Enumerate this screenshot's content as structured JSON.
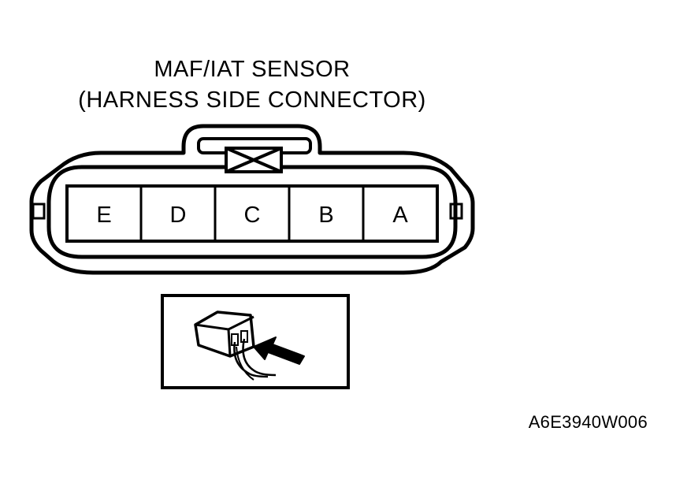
{
  "title": {
    "line1": "MAF/IAT SENSOR",
    "line2": "(HARNESS SIDE CONNECTOR)"
  },
  "connector": {
    "pins": [
      "E",
      "D",
      "C",
      "B",
      "A"
    ]
  },
  "inset": {
    "icon": "probe-connector-icon"
  },
  "figure_code": "A6E3940W006"
}
